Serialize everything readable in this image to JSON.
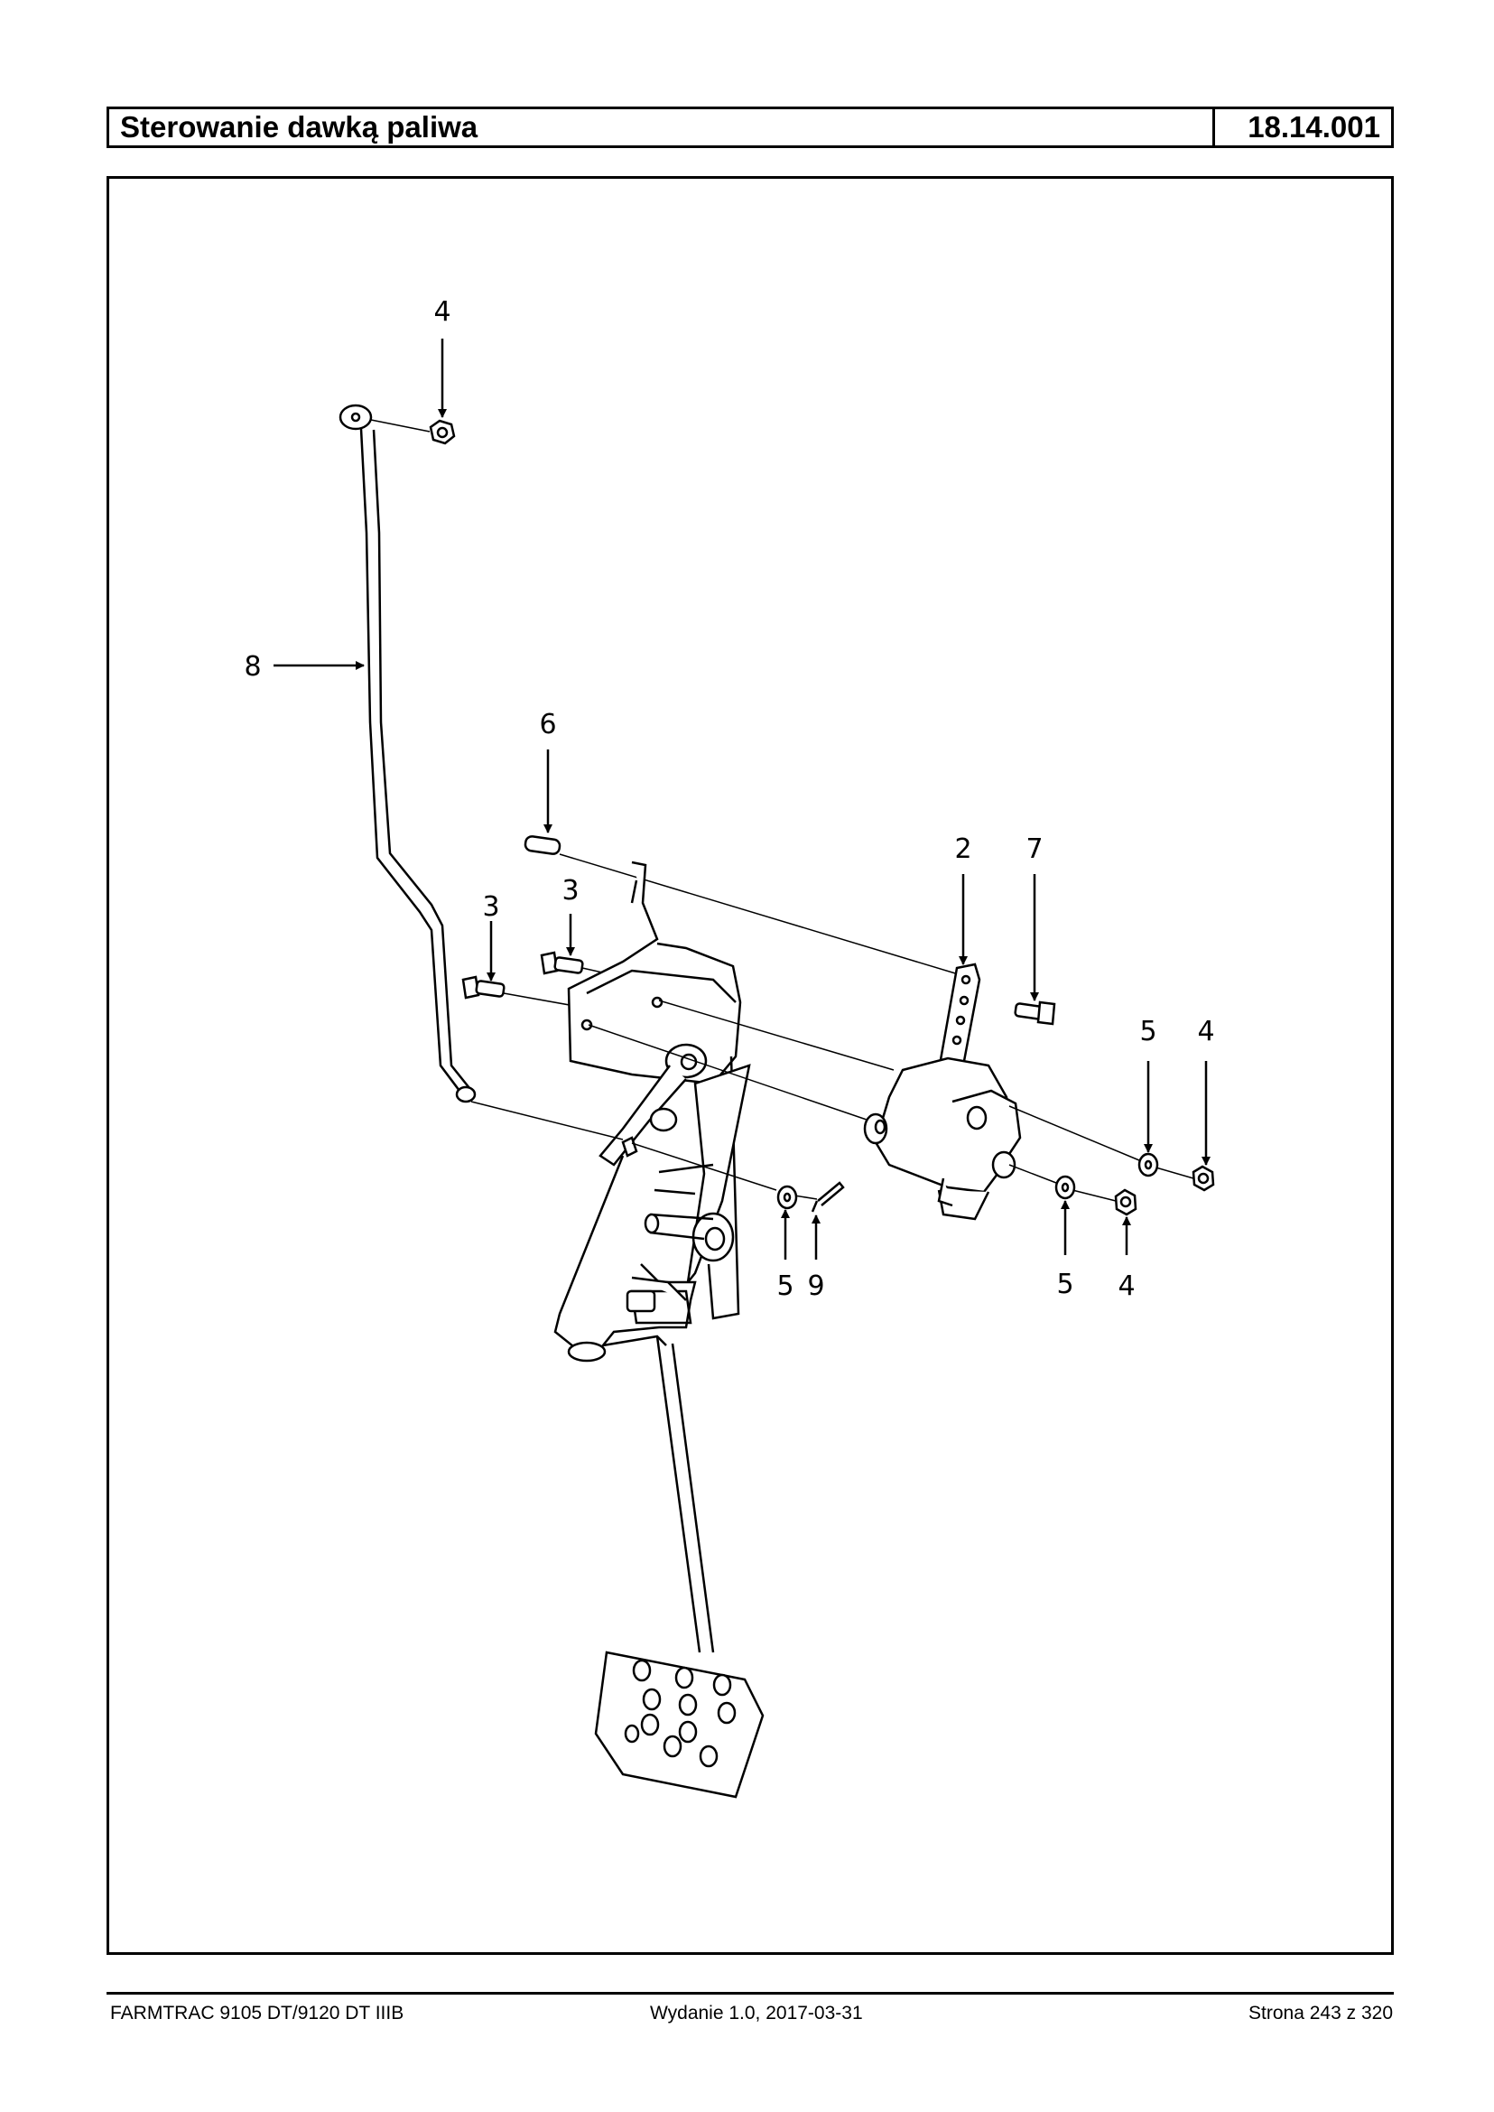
{
  "header": {
    "title": "Sterowanie dawką paliwa",
    "code": "18.14.001"
  },
  "callouts": [
    "4",
    "8",
    "6",
    "3",
    "3",
    "2",
    "7",
    "5",
    "4",
    "5",
    "9",
    "5",
    "4"
  ],
  "footer": {
    "model": "FARMTRAC 9105 DT/9120 DT IIIB",
    "edition": "Wydanie 1.0,  2017-03-31",
    "page": "Strona 243 z 320"
  }
}
